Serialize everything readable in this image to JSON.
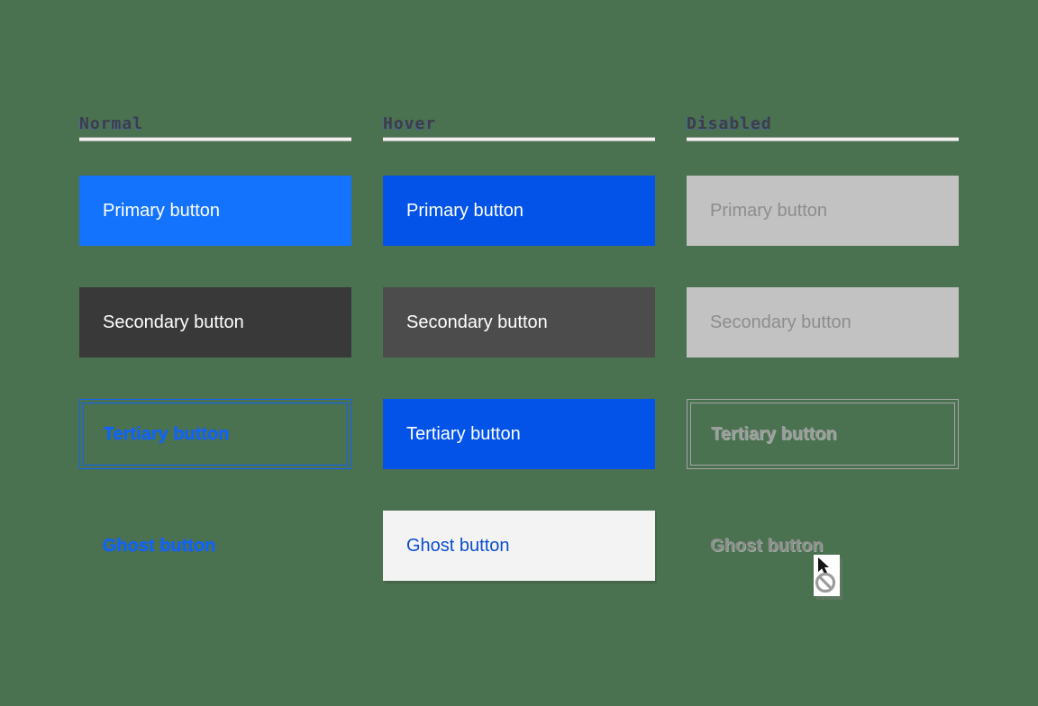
{
  "states": [
    {
      "label": "Normal"
    },
    {
      "label": "Hover"
    },
    {
      "label": "Disabled"
    }
  ],
  "buttons": [
    {
      "label": "Primary button"
    },
    {
      "label": "Secondary button"
    },
    {
      "label": "Tertiary button"
    },
    {
      "label": "Ghost button"
    }
  ],
  "cursor": {
    "name": "not-allowed-cursor"
  },
  "colors": {
    "background": "#4a7150",
    "primary": "#1473fd",
    "primary-hover": "#0353e9",
    "secondary": "#393939",
    "secondary-hover": "#4c4c4c",
    "blue": "#0f62fe",
    "tertiary-hover-bg": "#0353e9",
    "ghost-hover-bg": "#f3f3f3",
    "ghost-hover-text": "#0c4dcf",
    "disabled-bg": "#c2c2c2",
    "disabled-text": "#8d8d8d",
    "disabled-border": "#a6a6a6",
    "header-text": "#3d3d44"
  }
}
